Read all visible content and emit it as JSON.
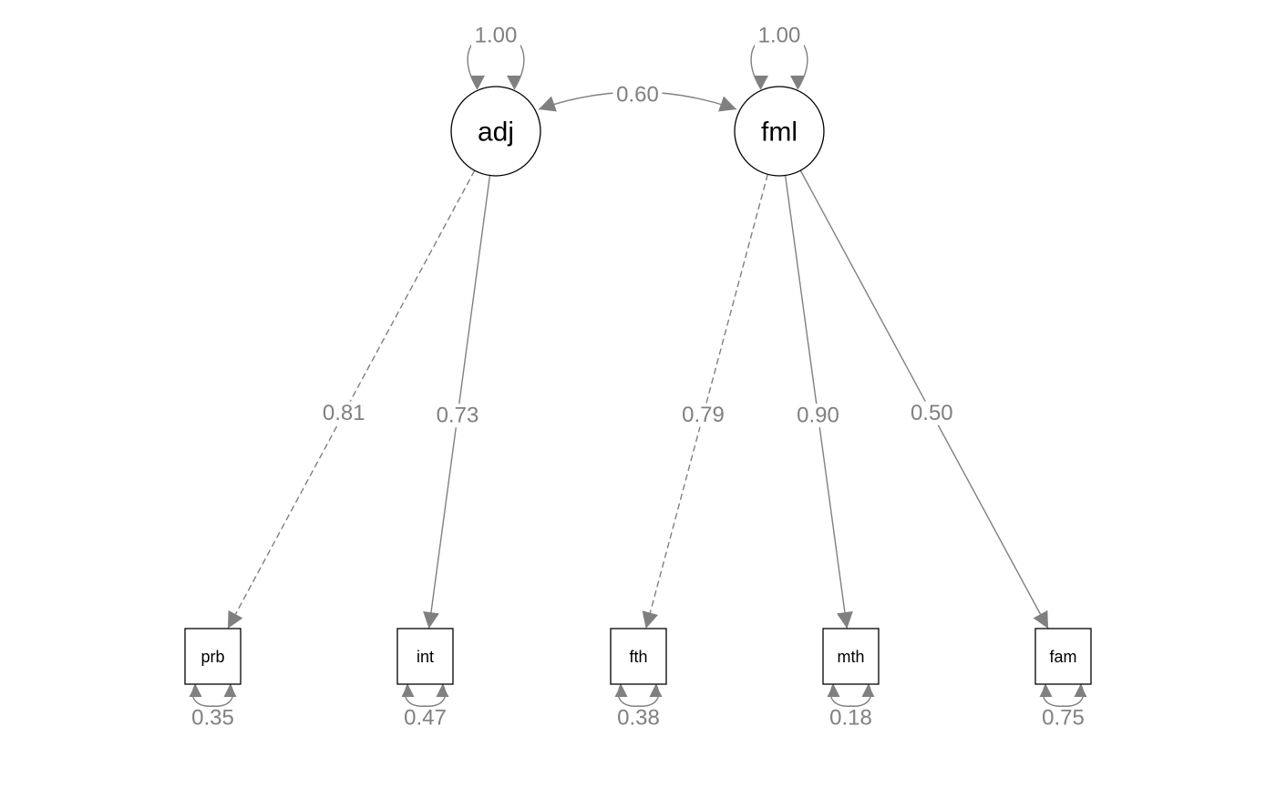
{
  "colors": {
    "edge": "#808080",
    "node_stroke": "#000000",
    "node_fill": "#ffffff",
    "label": "#808080",
    "node_text": "#000000"
  },
  "latents": [
    {
      "id": "adj",
      "label": "adj",
      "variance": "1.00"
    },
    {
      "id": "fml",
      "label": "fml",
      "variance": "1.00"
    }
  ],
  "manifests": [
    {
      "id": "prb",
      "label": "prb",
      "residual": "0.35"
    },
    {
      "id": "int",
      "label": "int",
      "residual": "0.47"
    },
    {
      "id": "fth",
      "label": "fth",
      "residual": "0.38"
    },
    {
      "id": "mth",
      "label": "mth",
      "residual": "0.18"
    },
    {
      "id": "fam",
      "label": "fam",
      "residual": "0.75"
    }
  ],
  "covariances": [
    {
      "from": "adj",
      "to": "fml",
      "value": "0.60"
    }
  ],
  "loadings": [
    {
      "from": "adj",
      "to": "prb",
      "value": "0.81",
      "fixed": true
    },
    {
      "from": "adj",
      "to": "int",
      "value": "0.73",
      "fixed": false
    },
    {
      "from": "fml",
      "to": "fth",
      "value": "0.79",
      "fixed": true
    },
    {
      "from": "fml",
      "to": "mth",
      "value": "0.90",
      "fixed": false
    },
    {
      "from": "fml",
      "to": "fam",
      "value": "0.50",
      "fixed": false
    }
  ]
}
